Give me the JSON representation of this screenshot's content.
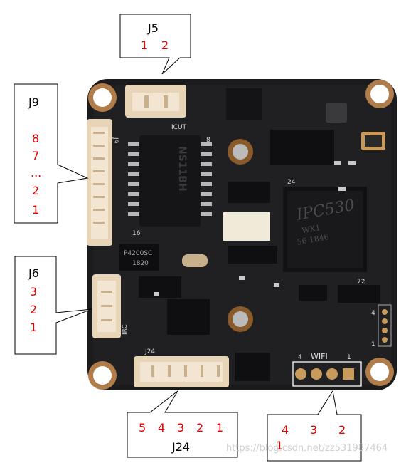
{
  "callouts": {
    "j5": {
      "title": "J5",
      "pins": [
        "1",
        "2"
      ]
    },
    "j9": {
      "title": "J9",
      "pins": [
        "8",
        "7",
        "...",
        "2",
        "1"
      ]
    },
    "j6": {
      "title": "J6",
      "pins": [
        "3",
        "2",
        "1"
      ]
    },
    "j24": {
      "title": "J24",
      "pins": [
        "5",
        "4",
        "3",
        "2",
        "1"
      ]
    },
    "wifi": {
      "pins": [
        "4",
        "3",
        "2",
        "1"
      ]
    }
  },
  "board_labels": {
    "main_chip_top": "IPC530",
    "main_chip_mid": "WX1",
    "main_chip_bot": "56 1846",
    "transformer": "NS11BH",
    "inductor": "P4200SC",
    "inductor_code": "1820",
    "icut": "ICUT",
    "j9_silk": "J9",
    "j24_silk": "J24",
    "irc_silk": "IRC",
    "wifi_silk": "WIFI",
    "wifi_pin4": "4",
    "wifi_pin1": "1",
    "pin24": "24",
    "pin72": "72",
    "pin8": "8",
    "pin16": "16",
    "side_4": "4",
    "side_1": "1"
  },
  "watermark": "https://blog.csdn.net/zz531987464",
  "colors": {
    "pcb": "#1b1b1d",
    "connector": "#e8d5b8",
    "copper": "#c89a5c",
    "callout_text": "#e00000"
  }
}
